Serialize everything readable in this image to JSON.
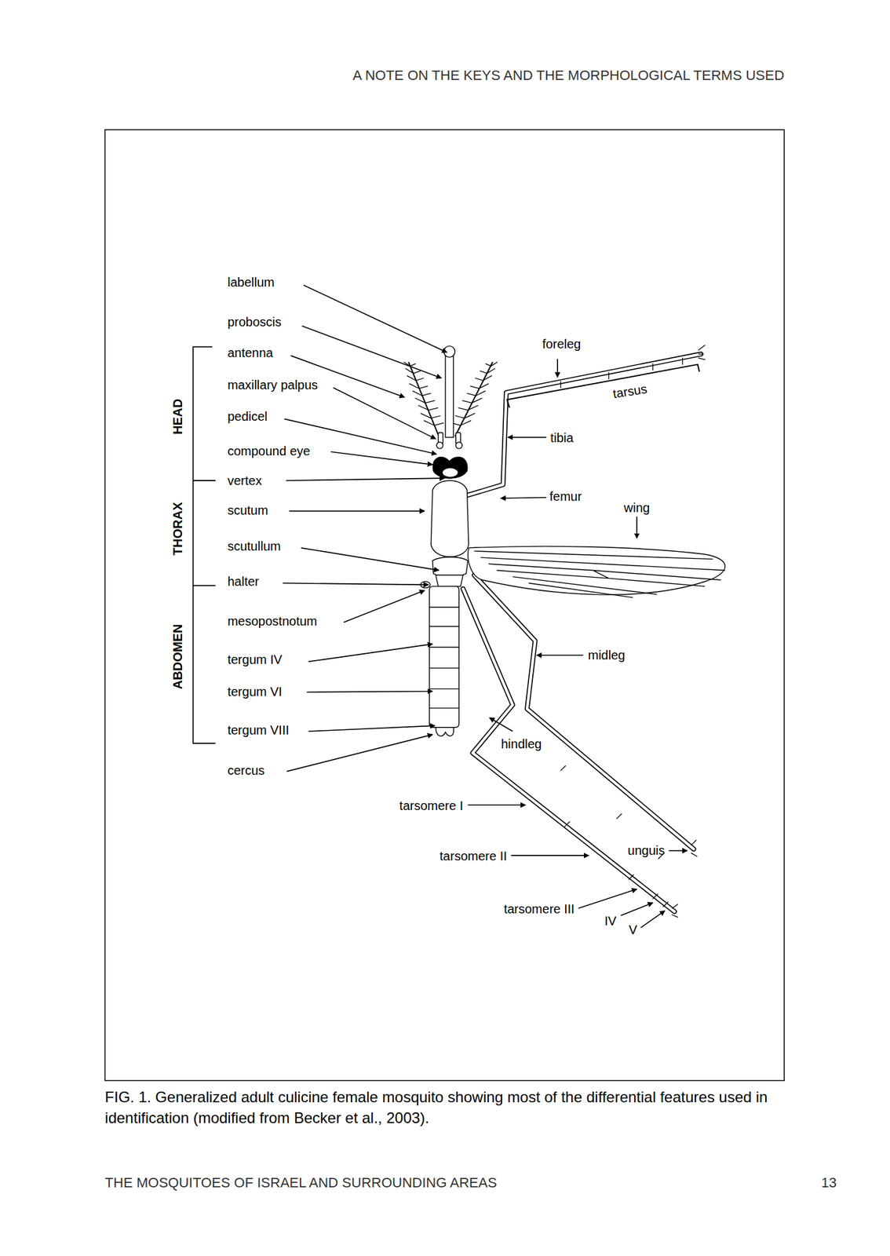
{
  "diagram": {
    "caption": "FIG. 1. Generalized adult culicine female mosquito showing most of the differential features used in identification (modified from Becker et al., 2003).",
    "labels": [
      "A NOTE ON THE KEYS AND THE MORPHOLOGICAL TERMS USED",
      "labellum",
      "proboscis",
      "antenna",
      "maxillary palpus",
      "pedicel",
      "compound eye",
      "vertex",
      "scutum",
      "scutullum",
      "halter",
      "mesopostnotum",
      "tergum IV",
      "tergum VI",
      "tergum VIII",
      "cercus",
      "HEAD",
      "THORAX",
      "ABDOMEN",
      "foreleg",
      "tarsus",
      "tibia",
      "femur",
      "wing",
      "midleg",
      "hindleg",
      "tarsomere I",
      "tarsomere II",
      "tarsomere III",
      "IV",
      "V",
      "unguis",
      "THE MOSQUITOES OF ISRAEL AND SURROUNDING AREAS",
      "13"
    ]
  }
}
